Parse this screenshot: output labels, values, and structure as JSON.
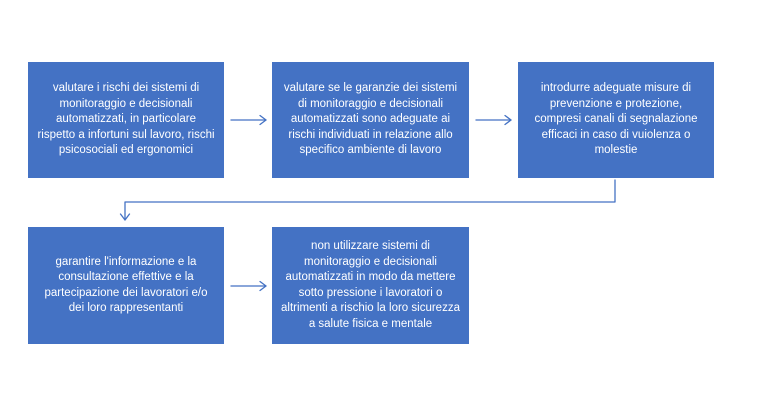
{
  "diagram": {
    "steps": [
      {
        "text": "valutare i rischi dei sistemi di monitoraggio e decisionali automatizzati, in particolare rispetto a infortuni sul lavoro, rischi psicosociali ed ergonomici"
      },
      {
        "text": "valutare se le garanzie dei sistemi di monitoraggio e decisionali automatizzati sono adeguate ai rischi individuati in relazione allo specifico ambiente di lavoro"
      },
      {
        "text": "introdurre adeguate misure di prevenzione e protezione, compresi canali di segnalazione efficaci in caso di vuiolenza o molestie"
      },
      {
        "text": "garantire l'informazione e la consultazione effettive e la partecipazione dei lavoratori e/o dei loro rappresentanti"
      },
      {
        "text": "non utilizzare sistemi di monitoraggio e decisionali automatizzati in modo da mettere sotto pressione i lavoratori o altrimenti a rischio la loro sicurezza a salute fisica e mentale"
      }
    ],
    "colors": {
      "box": "#4472c4",
      "text": "#ffffff",
      "connector": "#4472c4"
    }
  }
}
